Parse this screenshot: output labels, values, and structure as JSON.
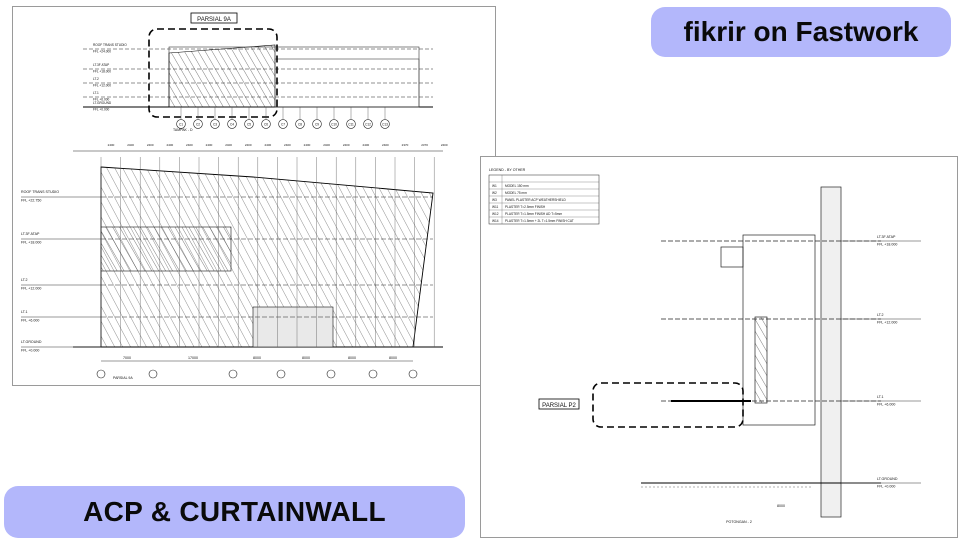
{
  "badges": {
    "author": "fikrir on Fastwork",
    "title": "ACP & CURTAINWALL",
    "color": "#b3b7fb"
  },
  "elevation": {
    "callout_label": "PARSIAL 9A",
    "top_view_caption": "TAMPAK - D",
    "bottom_view_caption": "PARSIAL 9A",
    "levels": [
      {
        "name": "ROOF TRANS STUDIO",
        "ffl": "FFL +24.000"
      },
      {
        "name": "LT.3F ATAP",
        "ffl": "FFL +18.000"
      },
      {
        "name": "LT.2",
        "ffl": "FFL +12.000"
      },
      {
        "name": "LT.1",
        "ffl": "FFL +6.000"
      },
      {
        "name": "LT.GROUND",
        "ffl": "FFL +0.000"
      }
    ],
    "main_levels": [
      {
        "name": "ROOF TRANS STUDIO",
        "ffl": "FFL +22.750"
      },
      {
        "name": "LT.3F ATAP",
        "ffl": "FFL +18.000"
      },
      {
        "name": "LT.2",
        "ffl": "FFL +12.000"
      },
      {
        "name": "LT.1",
        "ffl": "FFL +6.000"
      },
      {
        "name": "LT.GROUND",
        "ffl": "FFL +0.000"
      }
    ],
    "grid_labels": [
      "C1",
      "C2",
      "C3",
      "C4",
      "C5",
      "C6",
      "C7",
      "C8",
      "C9",
      "C10",
      "C11",
      "C12",
      "C13"
    ],
    "bottom_dims": [
      "7000",
      "17000",
      "8000",
      "8000",
      "8000",
      "8000"
    ],
    "top_dims": [
      "2400",
      "2400",
      "2400",
      "2400",
      "2400",
      "2400",
      "2400",
      "2400",
      "2400",
      "2400",
      "2400",
      "2400",
      "2400",
      "2400",
      "2400",
      "2370",
      "2370",
      "2400"
    ]
  },
  "section": {
    "legend_title": "LEGEND - BY OTHER",
    "legend_rows": [
      {
        "code": "W1",
        "desc": "MODEL 150 mm"
      },
      {
        "code": "W2",
        "desc": "MODEL 75 mm"
      },
      {
        "code": "W3",
        "desc": "PANEL PLASTER ACP WEATHERSHIELD"
      },
      {
        "code": "W11",
        "desc": "PLASTER T=2.5mm FINISH"
      },
      {
        "code": "W12",
        "desc": "PLASTER T=1.5mm FINISH AD T=5mm"
      },
      {
        "code": "W14",
        "desc": "PLASTER T=1.5mm + 2L T=1.5mm FINISH CAT"
      }
    ],
    "callout_label": "PARSIAL P2",
    "caption": "POTONGAN - 2",
    "levels": [
      {
        "name": "LT.3F ATAP",
        "ffl": "FFL +18.000"
      },
      {
        "name": "LT.2",
        "ffl": "FFL +12.000"
      },
      {
        "name": "LT.1",
        "ffl": "FFL +6.000"
      },
      {
        "name": "LT.GROUND",
        "ffl": "FFL +0.000"
      }
    ],
    "bottom_dim": "8000"
  }
}
